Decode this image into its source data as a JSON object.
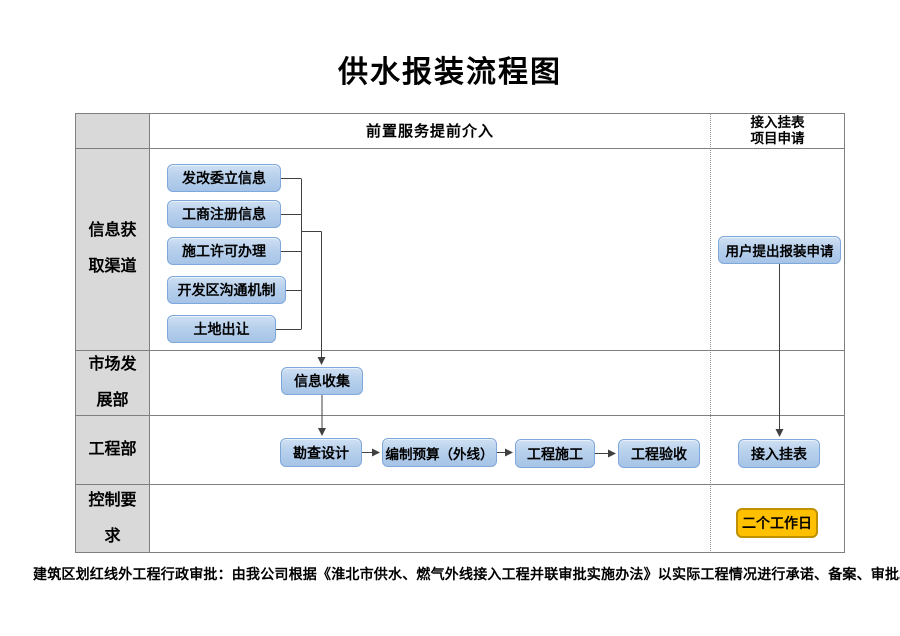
{
  "title": "供水报装流程图",
  "table": {
    "header_middle": "前置服务提前介入",
    "header_right": "接入挂表\n项目申请",
    "row_labels": [
      "信息获取渠道",
      "市场发展部",
      "工程部",
      "控制要求"
    ]
  },
  "nodes": {
    "sources": [
      "发改委立信息",
      "工商注册信息",
      "施工许可办理",
      "开发区沟通机制",
      "土地出让"
    ],
    "collect": "信息收集",
    "survey": "勘查设计",
    "budget": "编制预算（外线）",
    "construct": "工程施工",
    "accept": "工程验收",
    "user_apply": "用户提出报装申请",
    "meter": "接入挂表",
    "duration": "二个工作日"
  },
  "footnote": "建筑区划红线外工程行政审批：由我公司根据《淮北市供水、燃气外线接入工程并联审批实施办法》以实际工程情况进行承诺、备案、审批。",
  "colors": {
    "node_fill_top": "#CFE0F3",
    "node_fill_bottom": "#A6C4E7",
    "node_border": "#7FA8DA",
    "duration_fill": "#FFC000",
    "duration_border": "#BF9000",
    "grid_line": "#7F7F7F",
    "label_bg": "#D9D9D9",
    "connector": "#404040"
  }
}
